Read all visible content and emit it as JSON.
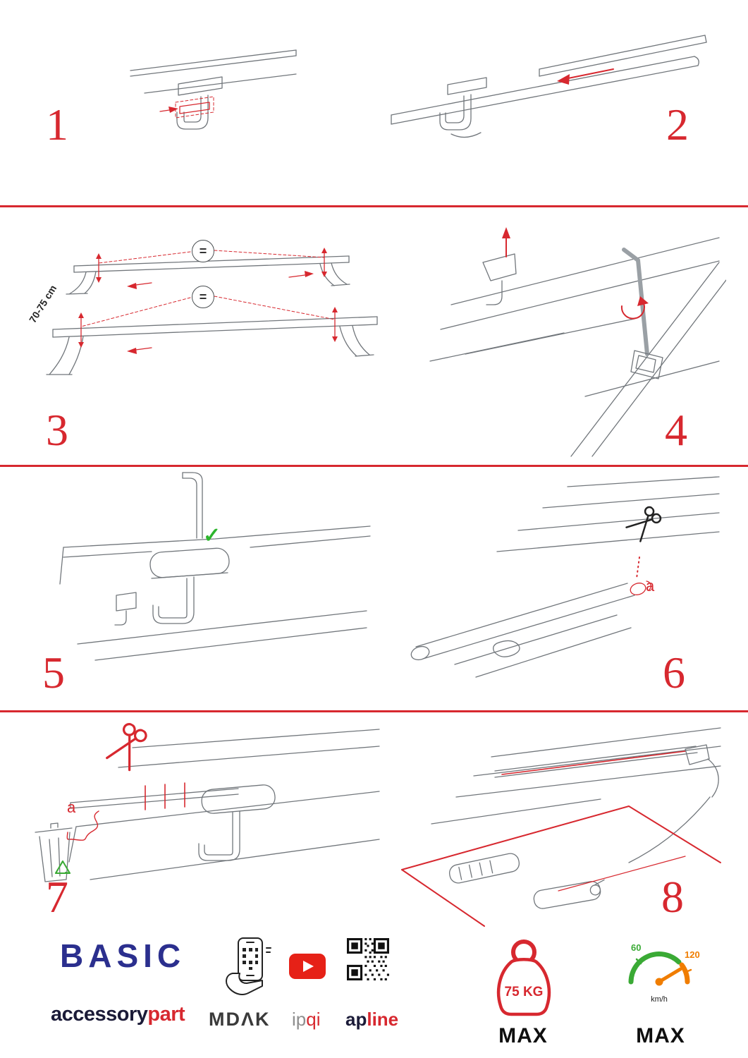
{
  "colors": {
    "accent": "#d7282f",
    "logoBlue": "#2b2f8e",
    "dark": "#1b1b38",
    "green": "#3aaa35",
    "orange": "#f07d00"
  },
  "steps": [
    "1",
    "2",
    "3",
    "4",
    "5",
    "6",
    "7",
    "8"
  ],
  "panels": {
    "p3": {
      "equals": "=",
      "dimension": "70-75 cm"
    },
    "p5": {
      "check_icon": "✓"
    },
    "p6": {
      "label_a": "a"
    },
    "p7": {
      "label_a": "a"
    }
  },
  "footer": {
    "logo": "BASIC",
    "brand_dark": "accessory",
    "brand_red": "part",
    "mdak": "MDΛK",
    "ipqi_gray": "ip",
    "ipqi_red": "qi",
    "apline_dark": "ap",
    "apline_red": "line",
    "weight_value": "75 KG",
    "weight_max": "MAX",
    "speed_low": "60",
    "speed_high": "120",
    "speed_unit": "km/h",
    "speed_max": "MAX"
  }
}
